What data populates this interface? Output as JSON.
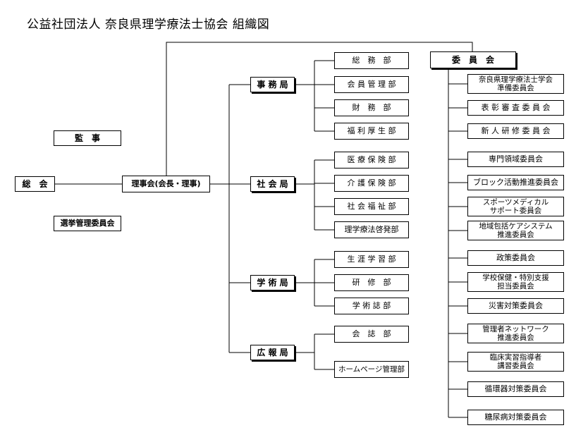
{
  "title": "公益社団法人 奈良県理学療法士協会 組織図",
  "top_boxes": {
    "kansa": "監　事",
    "sokai": "総　会",
    "senkyo": "選挙管理委員会",
    "rijikai": "理事会(会長・理事)"
  },
  "bureaus": {
    "jimu": "事 務 局",
    "shakai": "社 会 局",
    "gakujutsu": "学 術 局",
    "koho": "広 報 局"
  },
  "departments": {
    "somu": "総　務　部",
    "kaiin": "会 員 管 理 部",
    "zaimu": "財　務　部",
    "fukuri": "福 利 厚 生 部",
    "iryo": "医 療 保 険 部",
    "kaigo": "介 護 保 険 部",
    "shakaifukushi": "社 会 福 祉 部",
    "keihatsu": "理学療法啓発部",
    "shogai": "生 涯 学 習 部",
    "kenshu": "研　修　部",
    "gakujutsushi": "学 術 誌 部",
    "kaishi": "会　誌　部",
    "homepage": "ホームページ管理部"
  },
  "committee_header": "委　員　会",
  "committees": [
    "奈良県理学療法士学会\n準備委員会",
    "表 彰 審 査 委 員 会",
    "新 人 研 修 委 員 会",
    "専門領域委員会",
    "ブロック活動推進委員会",
    "スポーツメディカル\nサポート委員会",
    "地域包括ケアシステム\n推進委員会",
    "政策委員会",
    "学校保健・特別支援\n担当委員会",
    "災害対策委員会",
    "管理者ネットワーク\n推進委員会",
    "臨床実習指導者\n講習委員会",
    "循環器対策委員会",
    "糖尿病対策委員会"
  ]
}
